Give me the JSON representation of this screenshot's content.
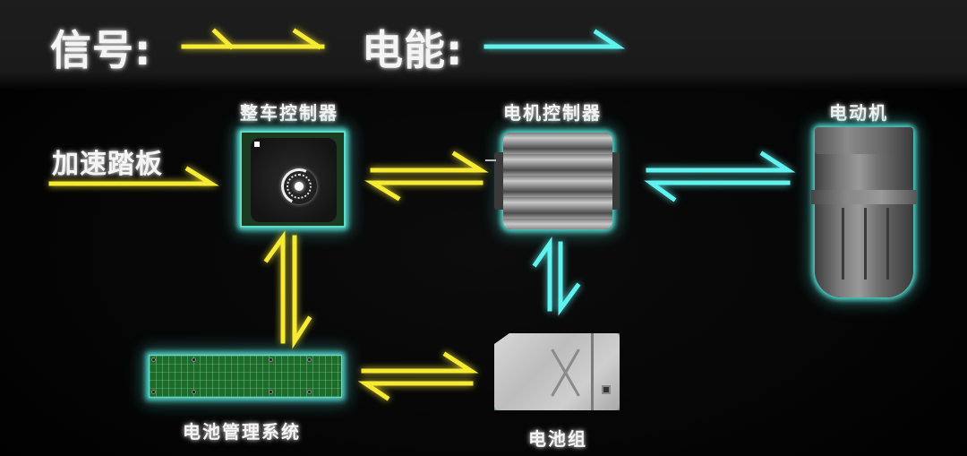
{
  "legend": {
    "signal_label": "信号:",
    "energy_label": "电能:",
    "signal_color": "#f6ea32",
    "energy_color": "#5ff2ee"
  },
  "input": {
    "label": "加速踏板"
  },
  "nodes": {
    "vcu": {
      "label": "整车控制器",
      "icon": "chip-icon"
    },
    "mcu": {
      "label": "电机控制器",
      "icon": "motor-controller-icon"
    },
    "motor": {
      "label": "电动机",
      "icon": "electric-motor-icon"
    },
    "bms": {
      "label": "电池管理系统",
      "icon": "circuit-board-icon"
    },
    "battery": {
      "label": "电池组",
      "icon": "battery-pack-icon"
    }
  },
  "connections": [
    {
      "from": "加速踏板",
      "to": "整车控制器",
      "type": "signal",
      "direction": "one-way"
    },
    {
      "from": "整车控制器",
      "to": "电机控制器",
      "type": "signal",
      "direction": "two-way"
    },
    {
      "from": "电机控制器",
      "to": "电动机",
      "type": "energy",
      "direction": "two-way"
    },
    {
      "from": "整车控制器",
      "to": "电池管理系统",
      "type": "signal",
      "direction": "two-way"
    },
    {
      "from": "电池管理系统",
      "to": "电池组",
      "type": "signal",
      "direction": "two-way"
    },
    {
      "from": "电机控制器",
      "to": "电池组",
      "type": "energy",
      "direction": "two-way"
    }
  ]
}
